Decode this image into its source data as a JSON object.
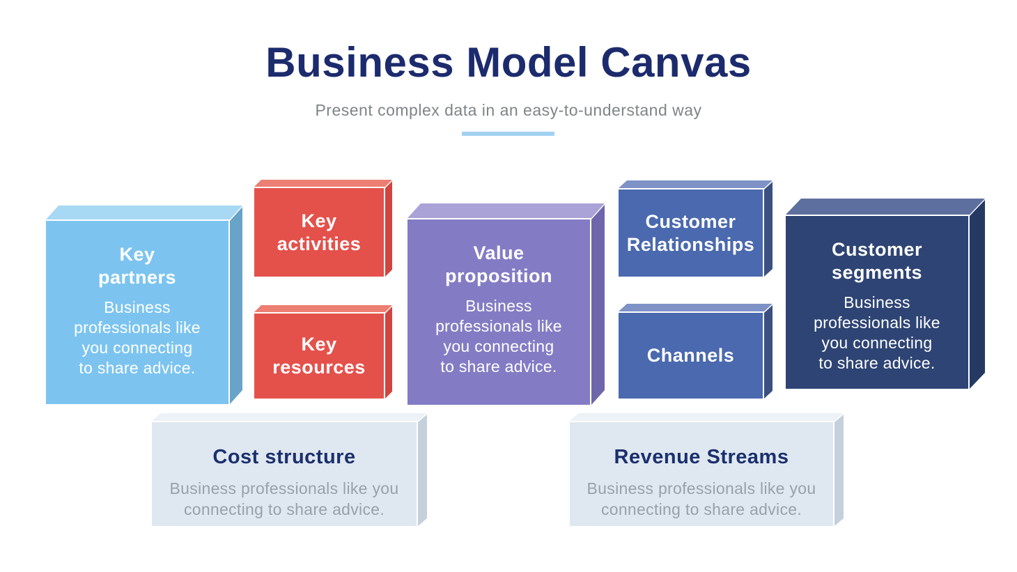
{
  "header": {
    "title": "Business Model Canvas",
    "subtitle": "Present complex data in an easy-to-understand way",
    "colors": {
      "title": "#1c2b6d",
      "subtitle": "#7f8487",
      "underline": "#a3d2f1"
    }
  },
  "boxes": {
    "key_partners": {
      "label_lines": [
        "Key",
        "partners"
      ],
      "body_lines": [
        "Business",
        "professionals like",
        "you connecting",
        "to share advice."
      ],
      "colors": {
        "front": "#7cc4ef",
        "top": "#a7d8f4",
        "side": "#68a3c8",
        "text": "#ffffff"
      }
    },
    "key_activities": {
      "label_lines": [
        "Key",
        "activities"
      ],
      "colors": {
        "front": "#e4514b",
        "top": "#ec7e72",
        "side": "#d0453f",
        "text": "#ffffff"
      }
    },
    "key_resources": {
      "label_lines": [
        "Key",
        "resources"
      ],
      "colors": {
        "front": "#e4514b",
        "top": "#ec7e72",
        "side": "#d0453f",
        "text": "#ffffff"
      }
    },
    "value_proposition": {
      "label_lines": [
        "Value",
        "proposition"
      ],
      "body_lines": [
        "Business",
        "professionals like",
        "you connecting",
        "to share advice."
      ],
      "colors": {
        "front": "#837cc4",
        "top": "#a9a3d7",
        "side": "#6d66aa",
        "text": "#ffffff"
      }
    },
    "customer_relationships": {
      "label_lines": [
        "Customer",
        "Relationships"
      ],
      "colors": {
        "front": "#4a69ae",
        "top": "#7e92c6",
        "side": "#3a5080",
        "text": "#ffffff"
      }
    },
    "channels": {
      "label_lines": [
        "Channels"
      ],
      "colors": {
        "front": "#4a69ae",
        "top": "#7e92c6",
        "side": "#3a5080",
        "text": "#ffffff"
      }
    },
    "customer_segments": {
      "label_lines": [
        "Customer",
        "segments"
      ],
      "body_lines": [
        "Business",
        "professionals like",
        "you connecting",
        "to share advice."
      ],
      "colors": {
        "front": "#2e4474",
        "top": "#5d6f9e",
        "side": "#243a63",
        "text": "#ffffff"
      }
    },
    "cost_structure": {
      "label_lines": [
        "Cost structure"
      ],
      "body_lines": [
        "Business professionals like you",
        "connecting to share advice."
      ],
      "colors": {
        "front": "#dfe8f0",
        "top": "#edf2f7",
        "side": "#c4d0db",
        "title": "#1b2f6e",
        "body": "#98a0a9"
      }
    },
    "revenue_streams": {
      "label_lines": [
        "Revenue Streams"
      ],
      "body_lines": [
        "Business professionals like you",
        "connecting to share advice."
      ],
      "colors": {
        "front": "#dfe8f0",
        "top": "#edf2f7",
        "side": "#c4d0db",
        "title": "#1b2f6e",
        "body": "#98a0a9"
      }
    }
  }
}
